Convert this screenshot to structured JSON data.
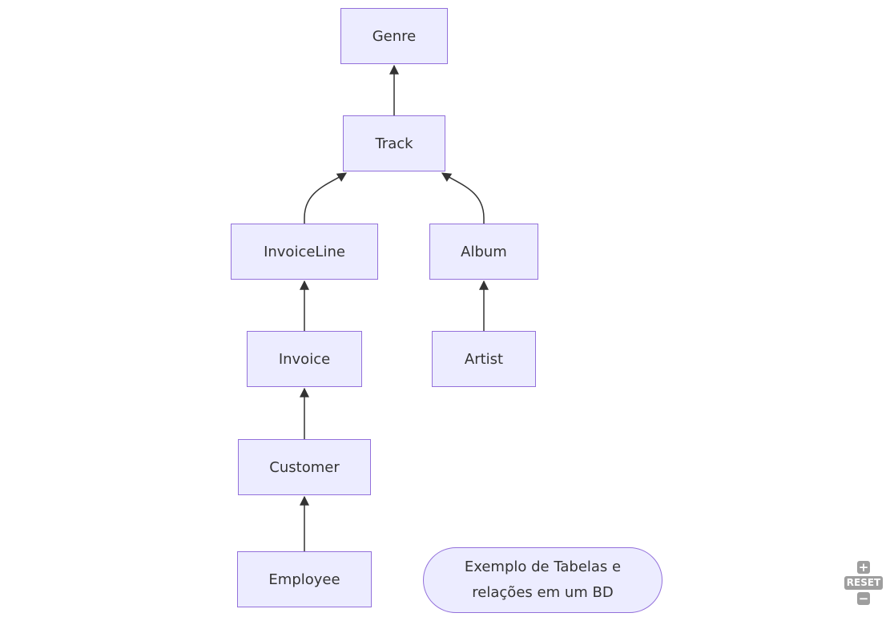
{
  "diagram": {
    "nodes": {
      "genre": "Genre",
      "track": "Track",
      "invoice_line": "InvoiceLine",
      "album": "Album",
      "invoice": "Invoice",
      "artist": "Artist",
      "customer": "Customer",
      "employee": "Employee"
    },
    "note": {
      "line1": "Exemplo de Tabelas e",
      "line2": "relações em um BD"
    },
    "edges": [
      {
        "from": "Track",
        "to": "Genre"
      },
      {
        "from": "InvoiceLine",
        "to": "Track"
      },
      {
        "from": "Album",
        "to": "Track"
      },
      {
        "from": "Invoice",
        "to": "InvoiceLine"
      },
      {
        "from": "Artist",
        "to": "Album"
      },
      {
        "from": "Customer",
        "to": "Invoice"
      },
      {
        "from": "Employee",
        "to": "Customer"
      }
    ],
    "colors": {
      "node_fill": "#ececff",
      "node_border": "#9370db",
      "edge": "#333333",
      "text": "#333333"
    }
  },
  "zoom": {
    "zoom_in_icon": "plus-icon",
    "reset_label": "RESET",
    "zoom_out_icon": "minus-icon"
  }
}
